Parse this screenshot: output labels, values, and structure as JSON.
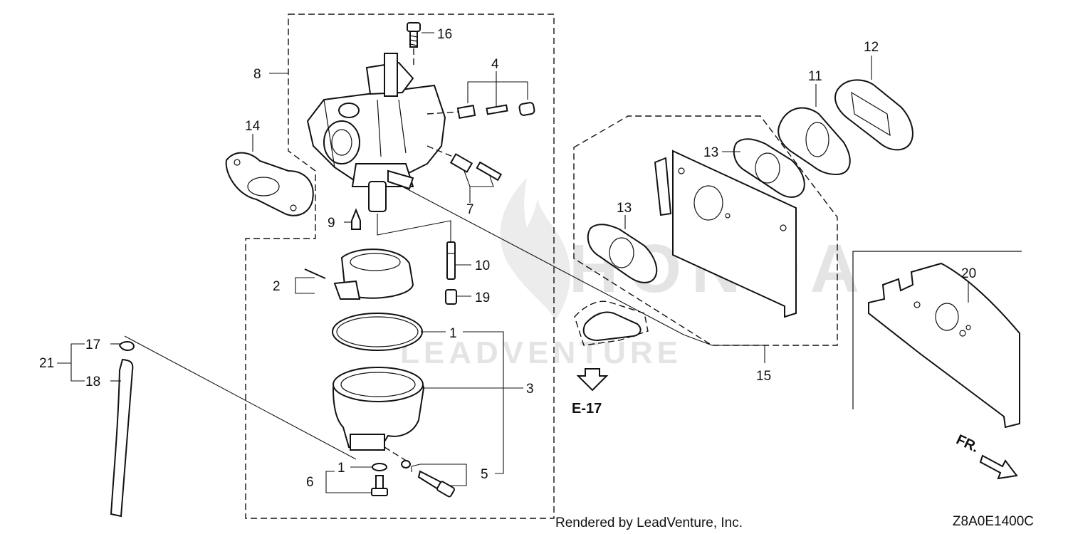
{
  "watermark": {
    "brand": "HONDA",
    "sub": "LEADVENTURE"
  },
  "callouts": {
    "c1a": "1",
    "c1b": "1",
    "c2": "2",
    "c3": "3",
    "c4": "4",
    "c5": "5",
    "c6": "6",
    "c7": "7",
    "c8": "8",
    "c9": "9",
    "c10": "10",
    "c11": "11",
    "c12": "12",
    "c13a": "13",
    "c13b": "13",
    "c14": "14",
    "c15": "15",
    "c16": "16",
    "c17": "17",
    "c18": "18",
    "c19": "19",
    "c20": "20",
    "c21": "21"
  },
  "reference": {
    "label": "E-17"
  },
  "direction": {
    "label": "FR."
  },
  "footer": {
    "rendered_by": "Rendered by LeadVenture, Inc.",
    "diagram_code": "Z8A0E1400C"
  }
}
